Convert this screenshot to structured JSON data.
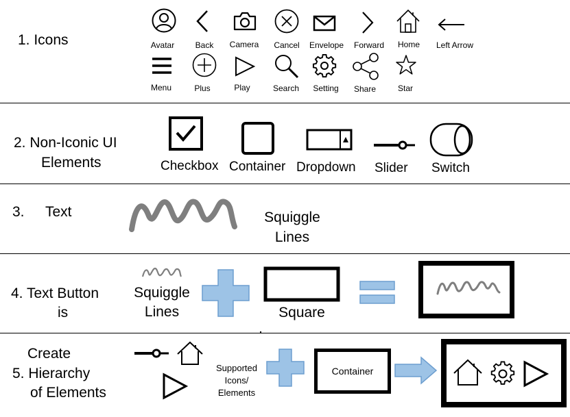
{
  "sections": {
    "icons": {
      "label": "1. Icons",
      "items": [
        {
          "name": "avatar-icon",
          "label": "Avatar"
        },
        {
          "name": "back-icon",
          "label": "Back"
        },
        {
          "name": "camera-icon",
          "label": "Camera"
        },
        {
          "name": "cancel-icon",
          "label": "Cancel"
        },
        {
          "name": "envelope-icon",
          "label": "Envelope"
        },
        {
          "name": "forward-icon",
          "label": "Forward"
        },
        {
          "name": "home-icon",
          "label": "Home"
        },
        {
          "name": "left-arrow-icon",
          "label": "Left Arrow"
        },
        {
          "name": "menu-icon",
          "label": "Menu"
        },
        {
          "name": "plus-icon",
          "label": "Plus"
        },
        {
          "name": "play-icon",
          "label": "Play"
        },
        {
          "name": "search-icon",
          "label": "Search"
        },
        {
          "name": "setting-icon",
          "label": "Setting"
        },
        {
          "name": "share-icon",
          "label": "Share"
        },
        {
          "name": "star-icon",
          "label": "Star"
        }
      ]
    },
    "non_iconic": {
      "label_line1": "2. Non-Iconic UI",
      "label_line2": "Elements",
      "items": [
        {
          "name": "checkbox-element",
          "label": "Checkbox"
        },
        {
          "name": "container-element",
          "label": "Container"
        },
        {
          "name": "dropdown-element",
          "label": "Dropdown"
        },
        {
          "name": "slider-element",
          "label": "Slider"
        },
        {
          "name": "switch-element",
          "label": "Switch"
        }
      ]
    },
    "text": {
      "number": "3.",
      "label": "Text",
      "caption_line1": "Squiggle",
      "caption_line2": "Lines"
    },
    "text_button": {
      "label_line1": "4. Text Button",
      "label_line2": "is",
      "squiggle_line1": "Squiggle",
      "squiggle_line2": "Lines",
      "square_label": "Square"
    },
    "hierarchy": {
      "label_line1": "Create",
      "label_line2": "5. Hierarchy",
      "label_line3": "of Elements",
      "supported_line1": "Supported",
      "supported_line2": "Icons/",
      "supported_line3": "Elements",
      "container_label": "Container"
    }
  },
  "colors": {
    "accent_blue": "#9dc3e6",
    "accent_blue_border": "#6d9ecf",
    "squiggle_gray": "#7f7f7f"
  }
}
